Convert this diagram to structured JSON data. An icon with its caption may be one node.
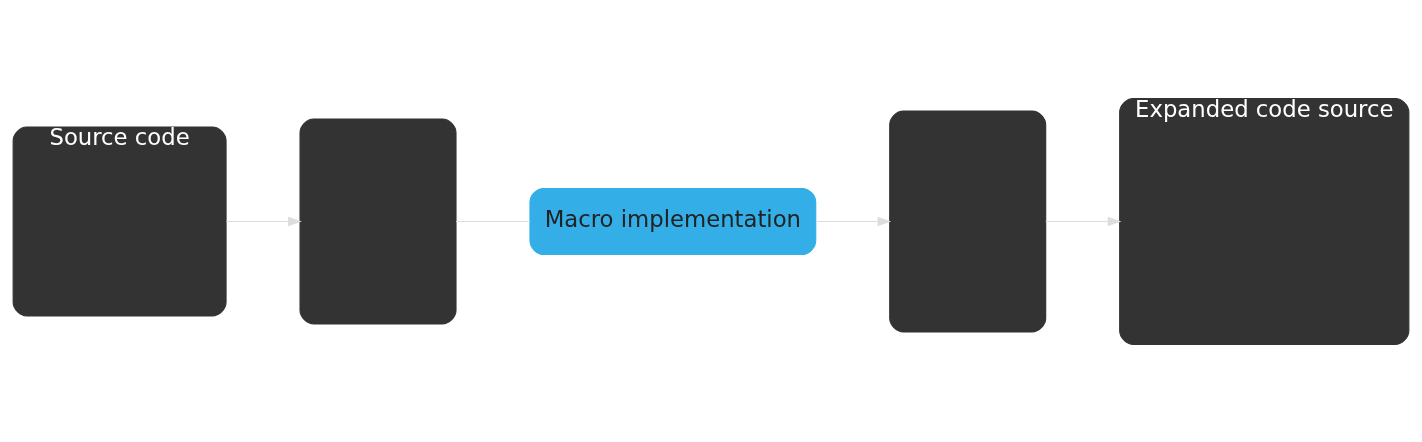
{
  "diagram": {
    "nodes": [
      {
        "text": [
          "Source code"
        ]
      },
      {
        "text": [],
        "shape": "box"
      },
      {
        "text": [
          "Macro implementation"
        ]
      },
      {
        "text": [],
        "shape": "box"
      },
      {
        "text": [
          "Expanded code source"
        ]
      }
    ],
    "edges": [
      {
        "from": 0,
        "to": 1,
        "arrow": "to"
      },
      {
        "from": 1,
        "to": 2,
        "arrow": "none"
      },
      {
        "from": 2,
        "to": 3,
        "arrow": "to"
      },
      {
        "from": 3,
        "to": 4,
        "arrow": "to"
      }
    ]
  }
}
